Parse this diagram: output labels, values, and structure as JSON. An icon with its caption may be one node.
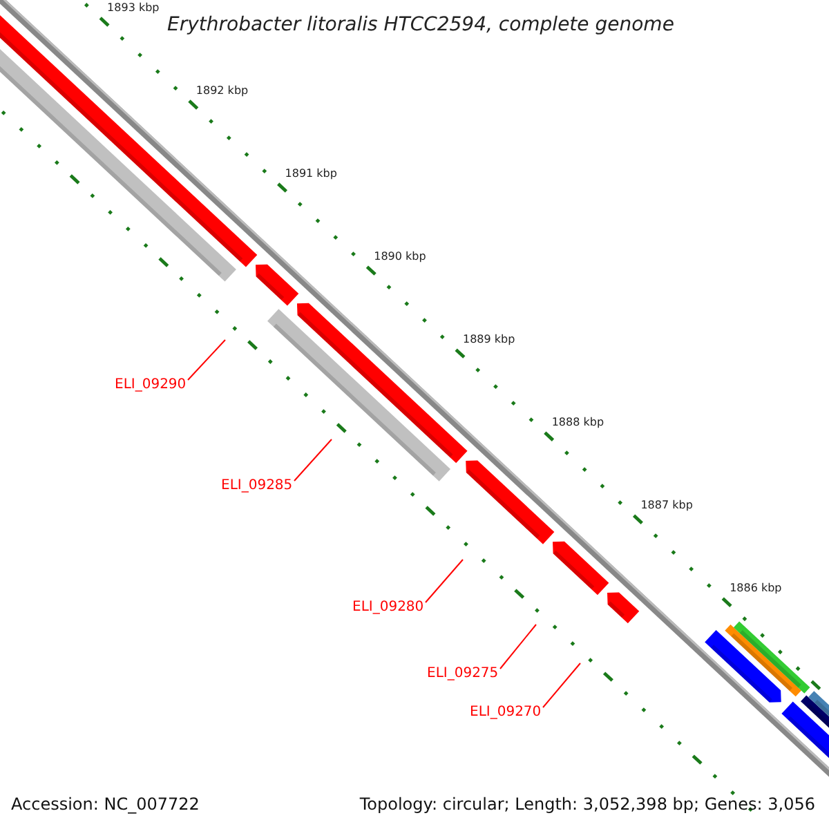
{
  "diagram": {
    "title": "Erythrobacter litoralis HTCC2594, complete genome",
    "nodes": [
      {
        "text": [
          "ELI_09290"
        ]
      },
      {
        "text": [
          "ELI_09285"
        ]
      },
      {
        "text": [
          "ELI_09280"
        ]
      },
      {
        "text": [
          "ELI_09275"
        ]
      },
      {
        "text": [
          "ELI_09270"
        ]
      }
    ],
    "edges": [
      {
        "from": 0,
        "to": null,
        "arrow": "none"
      },
      {
        "from": 1,
        "to": null,
        "arrow": "none"
      },
      {
        "from": 2,
        "to": null,
        "arrow": "none"
      },
      {
        "from": 3,
        "to": null,
        "arrow": "none"
      },
      {
        "from": 4,
        "to": null,
        "arrow": "none"
      }
    ],
    "labels": [
      "1893 kbp",
      "1892 kbp",
      "1891 kbp",
      "1890 kbp",
      "1889 kbp",
      "1888 kbp",
      "1887 kbp",
      "1886 kbp",
      "Accession: NC_007722",
      "Topology: circular; Length: 3,052,398 bp; Genes: 3,056"
    ]
  }
}
